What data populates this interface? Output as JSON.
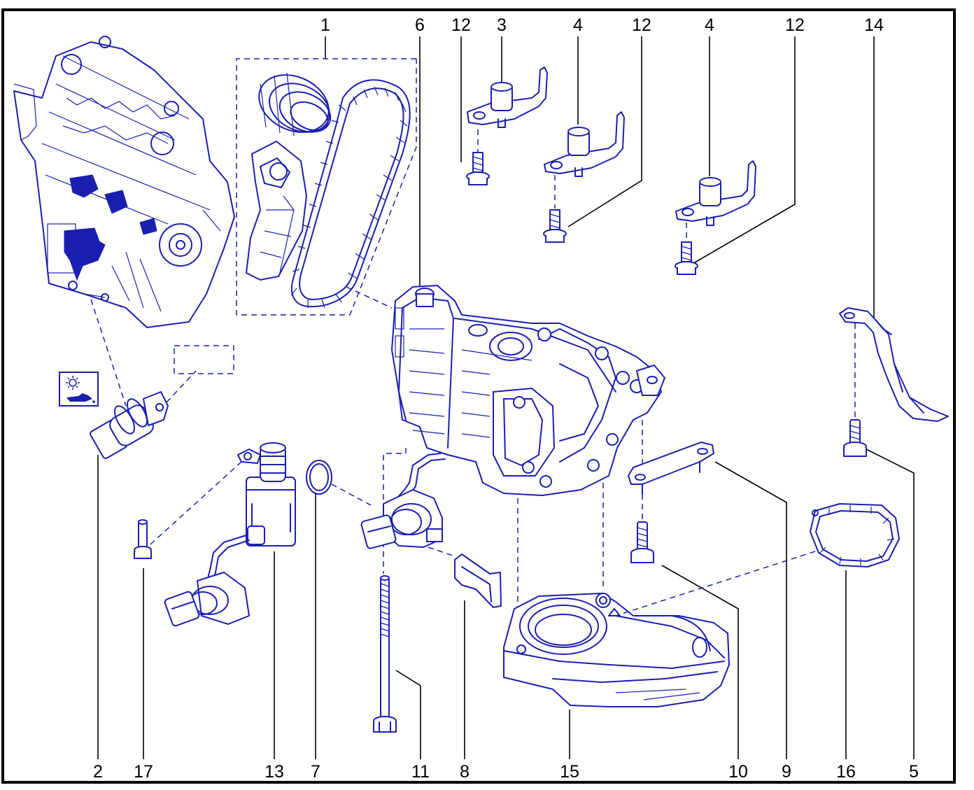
{
  "diagram": {
    "top_callouts": [
      "1",
      "6",
      "12",
      "3",
      "4",
      "12",
      "4",
      "12",
      "14"
    ],
    "bottom_callouts": [
      "2",
      "17",
      "13",
      "7",
      "11",
      "8",
      "15",
      "10",
      "9",
      "16",
      "5"
    ]
  },
  "icons": {
    "oil_pressure_symbol": "oil-can-warning-icon"
  },
  "colors": {
    "line_art": "#1a1fb0",
    "frame": "#000000",
    "background": "#ffffff"
  }
}
